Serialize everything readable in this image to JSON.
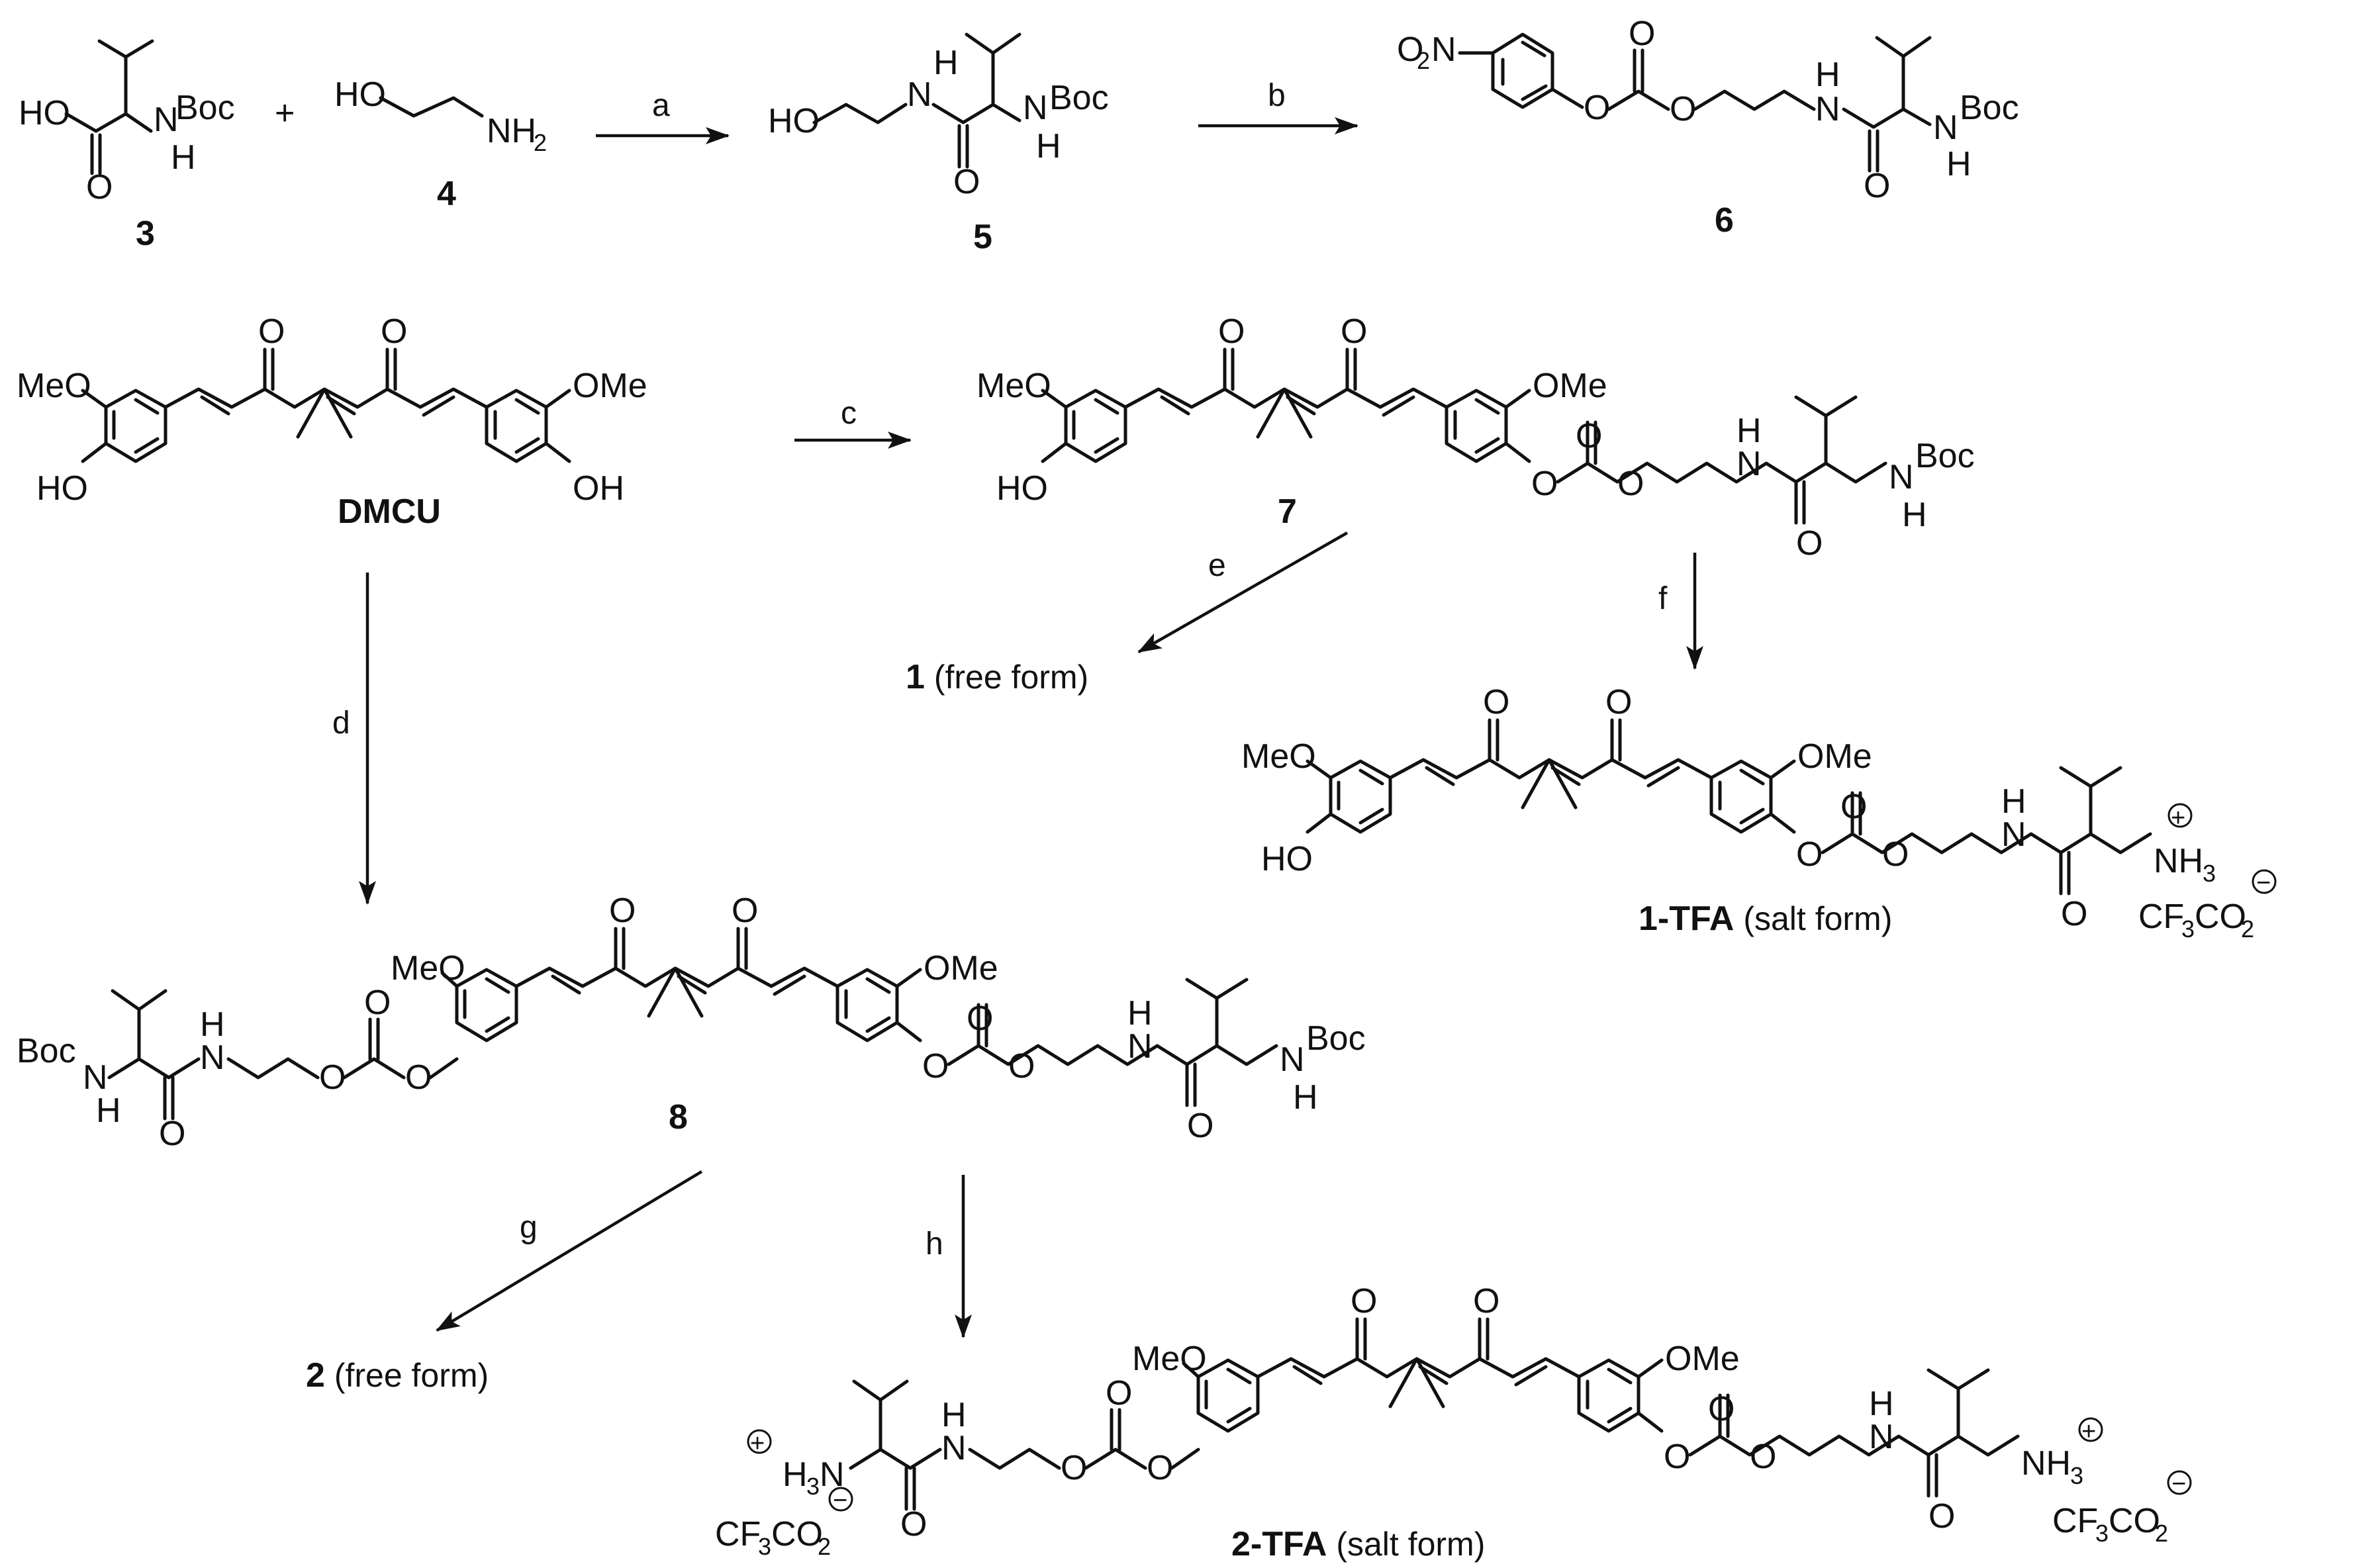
{
  "atoms": {
    "ho_acid": "HO",
    "o": "O",
    "h": "H",
    "n": "N",
    "boc": "Boc",
    "nh": "NH",
    "nh2": "NH",
    "two": "2",
    "three": "3",
    "ho": "HO",
    "oh": "OH",
    "meo": "MeO",
    "ome": "OMe",
    "o2n_o": "O",
    "nh3": "NH",
    "h3n_h": "H",
    "h3n_n": "N",
    "cf3co2_cf": "CF",
    "cf3co2_co": "CO",
    "plus": "+",
    "minus": "−",
    "plus_sign": "+"
  },
  "compounds": {
    "c3": "3",
    "c4": "4",
    "c5": "5",
    "c6": "6",
    "c7": "7",
    "dmcu": "DMCU",
    "c8": "8"
  },
  "products": {
    "p1_num": "1",
    "p1_text": " (free form)",
    "p1tfa_num": "1-TFA",
    "p1tfa_text": " (salt form)",
    "p2_num": "2",
    "p2_text": " (free form)",
    "p2tfa_num": "2-TFA",
    "p2tfa_text": " (salt form)"
  },
  "steps": {
    "a": "a",
    "b": "b",
    "c": "c",
    "d": "d",
    "e": "e",
    "f": "f",
    "g": "g",
    "h": "h"
  }
}
